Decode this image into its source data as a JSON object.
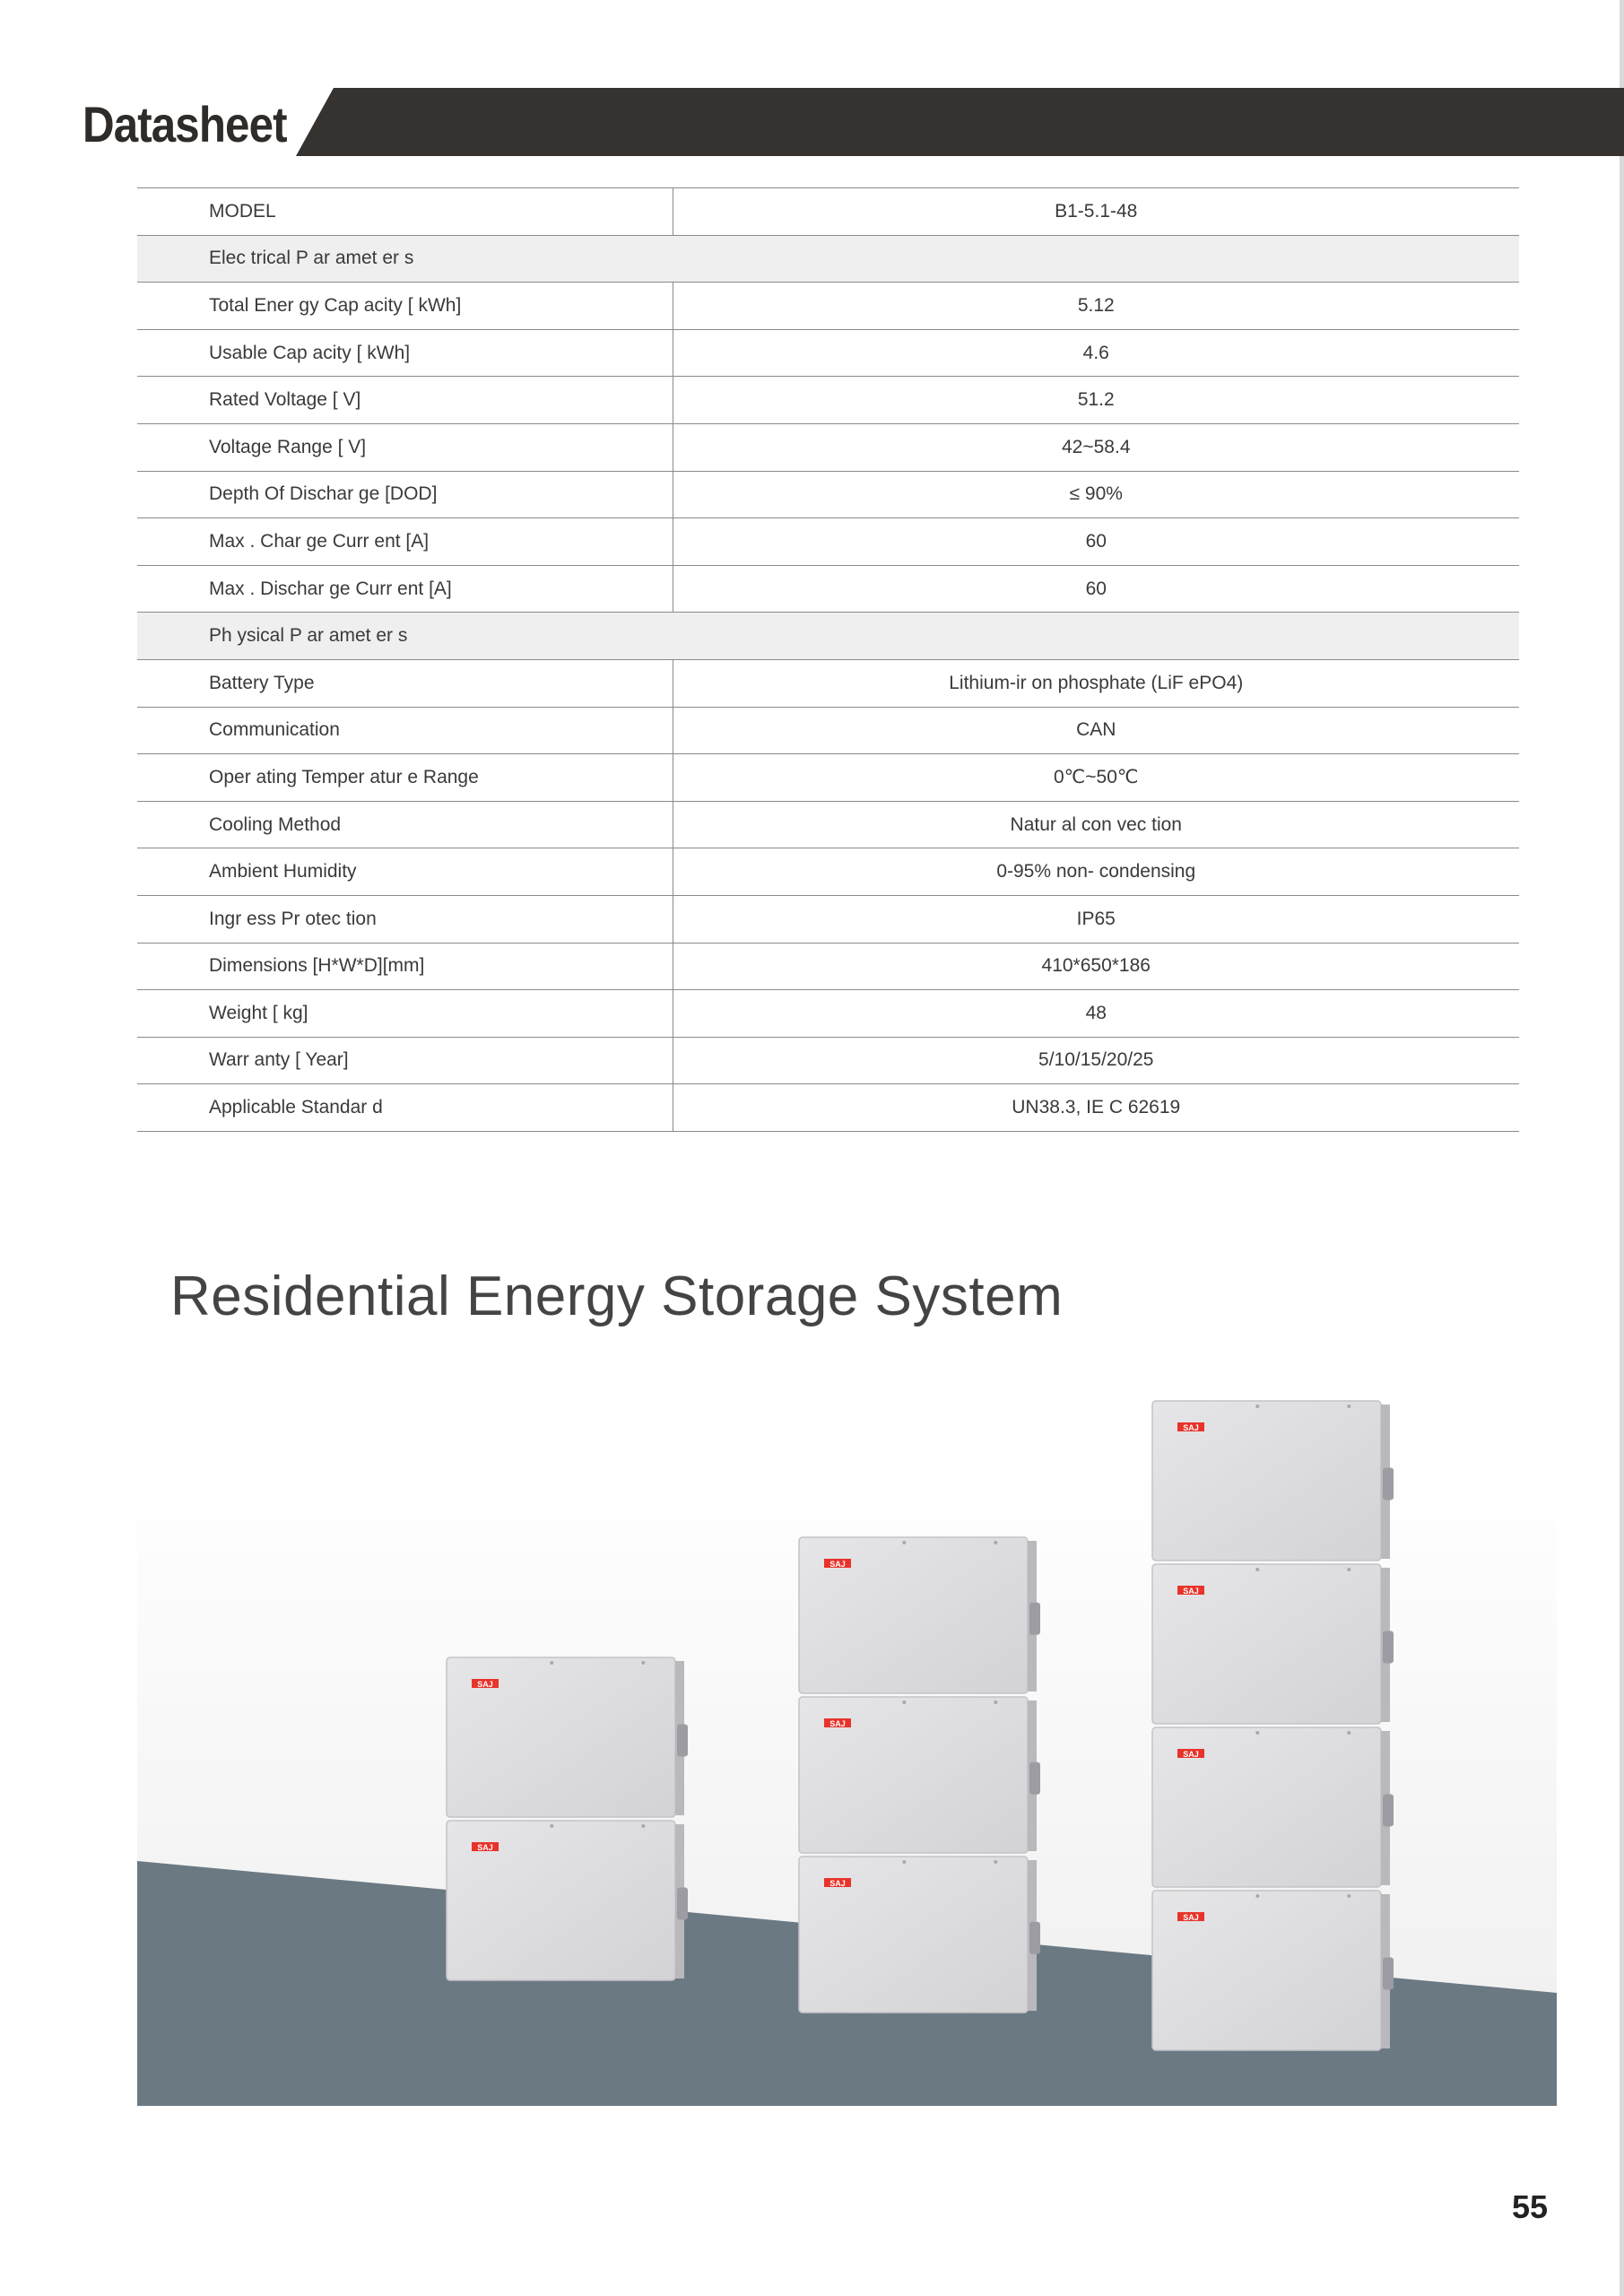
{
  "header": {
    "title": "Datasheet"
  },
  "table": {
    "rows": [
      {
        "type": "row",
        "label": "MODEL",
        "value": "B1-5.1-48"
      },
      {
        "type": "section",
        "label": "Elec trical P  ar amet er s"
      },
      {
        "type": "row",
        "label": "Total Ener  gy Cap  acity [  kWh]",
        "value": "5.12"
      },
      {
        "type": "row",
        "label": "Usable Cap  acity [ kWh]",
        "value": "4.6"
      },
      {
        "type": "row",
        "label": "Rated  Voltage [  V]",
        "value": "51.2"
      },
      {
        "type": "row",
        "label": "Voltage Range [    V]",
        "value": "42~58.4"
      },
      {
        "type": "row",
        "label": "Depth Of Dischar    ge [DOD]",
        "value": "≤ 90%"
      },
      {
        "type": "row",
        "label": "Max . Char ge Curr ent [A]",
        "value": "60"
      },
      {
        "type": "row",
        "label": "Max . Dischar ge Curr ent [A]",
        "value": "60"
      },
      {
        "type": "section",
        "label": "Ph ysical P  ar amet er s"
      },
      {
        "type": "row",
        "label": "Battery   Type",
        "value": "Lithium-ir  on phosphate (LiF    ePO4)"
      },
      {
        "type": "row",
        "label": "Communication",
        "value": "CAN"
      },
      {
        "type": "row",
        "label": "Oper ating  Temper atur e Range",
        "value": "0℃~50℃"
      },
      {
        "type": "row",
        "label": "Cooling Method",
        "value": "Natur al con vec tion"
      },
      {
        "type": "row",
        "label": "Ambient Humidity",
        "value": "0-95% non-   condensing"
      },
      {
        "type": "row",
        "label": "Ingr ess Pr otec tion",
        "value": "IP65"
      },
      {
        "type": "row",
        "label": "Dimensions [H*W*D][mm]",
        "value": "410*650*186"
      },
      {
        "type": "row",
        "label": "Weight [  kg]",
        "value": "48"
      },
      {
        "type": "row",
        "label": "Warr anty [  Year]",
        "value": "5/10/15/20/25"
      },
      {
        "type": "row",
        "label": "Applicable Standar    d",
        "value": "UN38.3, IE   C 62619"
      }
    ]
  },
  "hero": {
    "title": "Residential Energy Storage System"
  },
  "illustration": {
    "stacks": [
      {
        "modules": 2
      },
      {
        "modules": 3
      },
      {
        "modules": 4
      }
    ],
    "badge_text": "SAJ",
    "colors": {
      "floor": "#6b7983",
      "module": "#dddddf",
      "badge": "#e8332a"
    }
  },
  "footer": {
    "page_number": "55"
  }
}
